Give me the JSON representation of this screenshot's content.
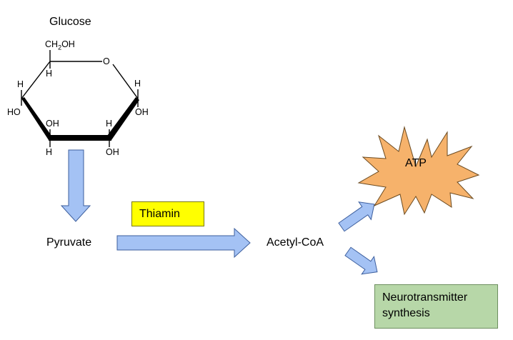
{
  "title": "Glucose",
  "glucose_structure": {
    "ch2oh": "CH",
    "ch2oh_sub": "2",
    "ch2oh_tail": "OH",
    "ring_oxygen": "O",
    "atoms": {
      "c5_h": "H",
      "c4_h": "H",
      "c4_ho": "HO",
      "c3_oh": "OH",
      "c3_h": "H",
      "c2_h": "H",
      "c2_oh": "OH",
      "c1_h": "H",
      "c1_oh": "OH"
    }
  },
  "nodes": {
    "pyruvate": "Pyruvate",
    "thiamin": "Thiamin",
    "acetyl_coa": "Acetyl-CoA",
    "atp": "ATP",
    "neuro_line1": "Neurotransmitter",
    "neuro_line2": "synthesis"
  },
  "colors": {
    "arrow_fill": "#a4c2f4",
    "arrow_stroke": "#3d5f9e",
    "thiamin_fill": "#ffff00",
    "atp_fill": "#f6b26b",
    "neuro_fill": "#b7d7a8"
  }
}
